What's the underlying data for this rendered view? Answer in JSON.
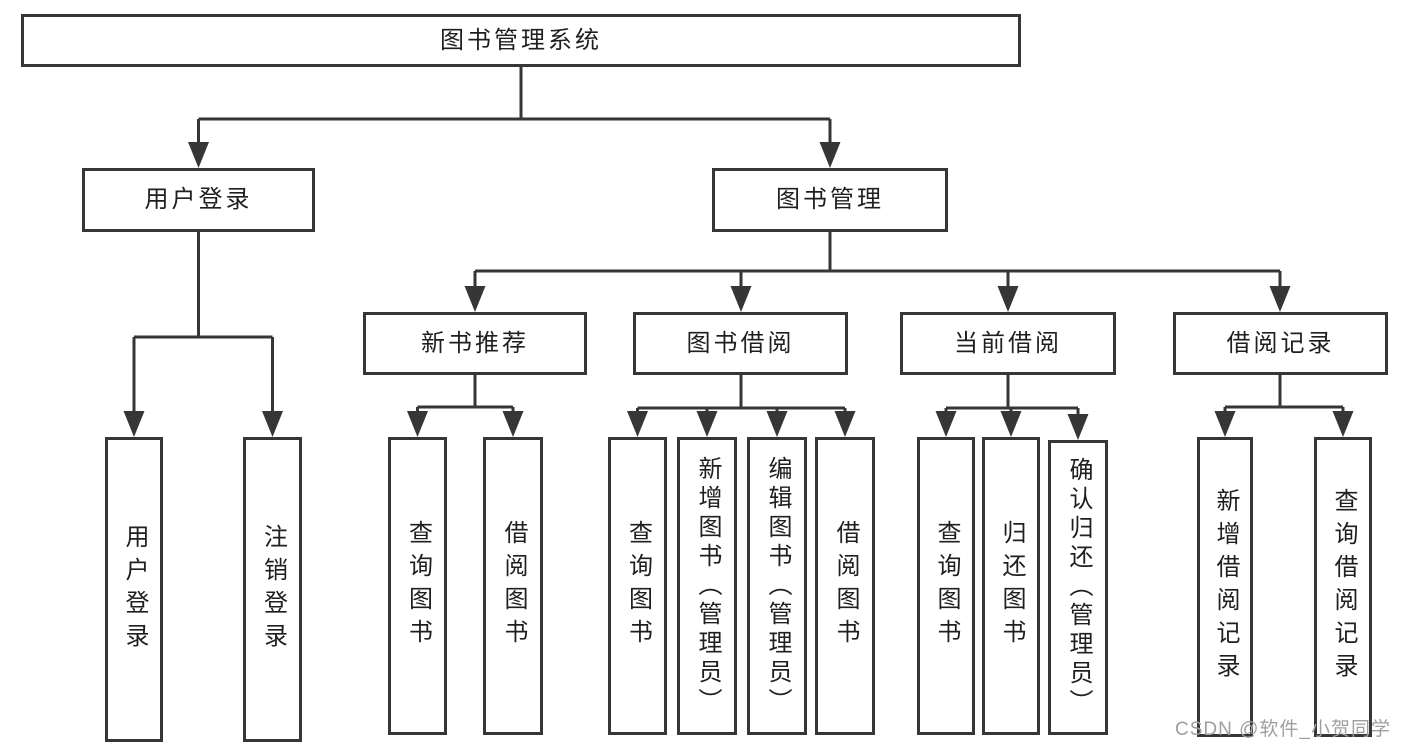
{
  "diagram": {
    "root": {
      "label": "图书管理系统",
      "children": [
        {
          "label": "用户登录",
          "children": [
            {
              "label": "用户登录"
            },
            {
              "label": "注销登录"
            }
          ]
        },
        {
          "label": "图书管理",
          "children": [
            {
              "label": "新书推荐",
              "children": [
                {
                  "label": "查询图书"
                },
                {
                  "label": "借阅图书"
                }
              ]
            },
            {
              "label": "图书借阅",
              "children": [
                {
                  "label": "查询图书"
                },
                {
                  "label": "新增图书（管理员）"
                },
                {
                  "label": "编辑图书（管理员）"
                },
                {
                  "label": "借阅图书"
                }
              ]
            },
            {
              "label": "当前借阅",
              "children": [
                {
                  "label": "查询图书"
                },
                {
                  "label": "归还图书"
                },
                {
                  "label": "确认归还（管理员）"
                }
              ]
            },
            {
              "label": "借阅记录",
              "children": [
                {
                  "label": "新增借阅记录"
                },
                {
                  "label": "查询借阅记录"
                }
              ]
            }
          ]
        }
      ]
    }
  },
  "watermark": {
    "text": "CSDN @软件_小贺同学"
  },
  "colors": {
    "line": "#363636",
    "text": "#1f1f1f",
    "watermark": "#9f9f9f",
    "background": "#ffffff"
  }
}
